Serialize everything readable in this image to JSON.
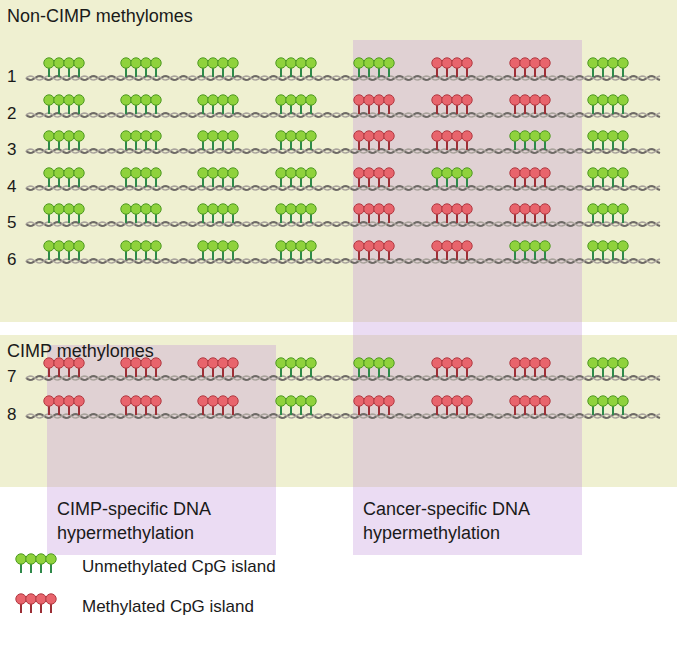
{
  "diagram": {
    "nodes": [
      {
        "text": [
          "Non-CIMP methylomes"
        ]
      },
      {
        "text": [
          "CIMP methylomes"
        ]
      },
      {
        "text": [
          "CIMP-specific DNA hypermethylation"
        ]
      },
      {
        "text": [
          "Cancer-specific DNA hypermethylation"
        ]
      }
    ],
    "labels": [
      "1",
      "2",
      "3",
      "4",
      "5",
      "6",
      "7",
      "8"
    ],
    "legend": [
      {
        "text": "Unmethylated CpG island"
      },
      {
        "text": "Methylated CpG island"
      }
    ]
  }
}
